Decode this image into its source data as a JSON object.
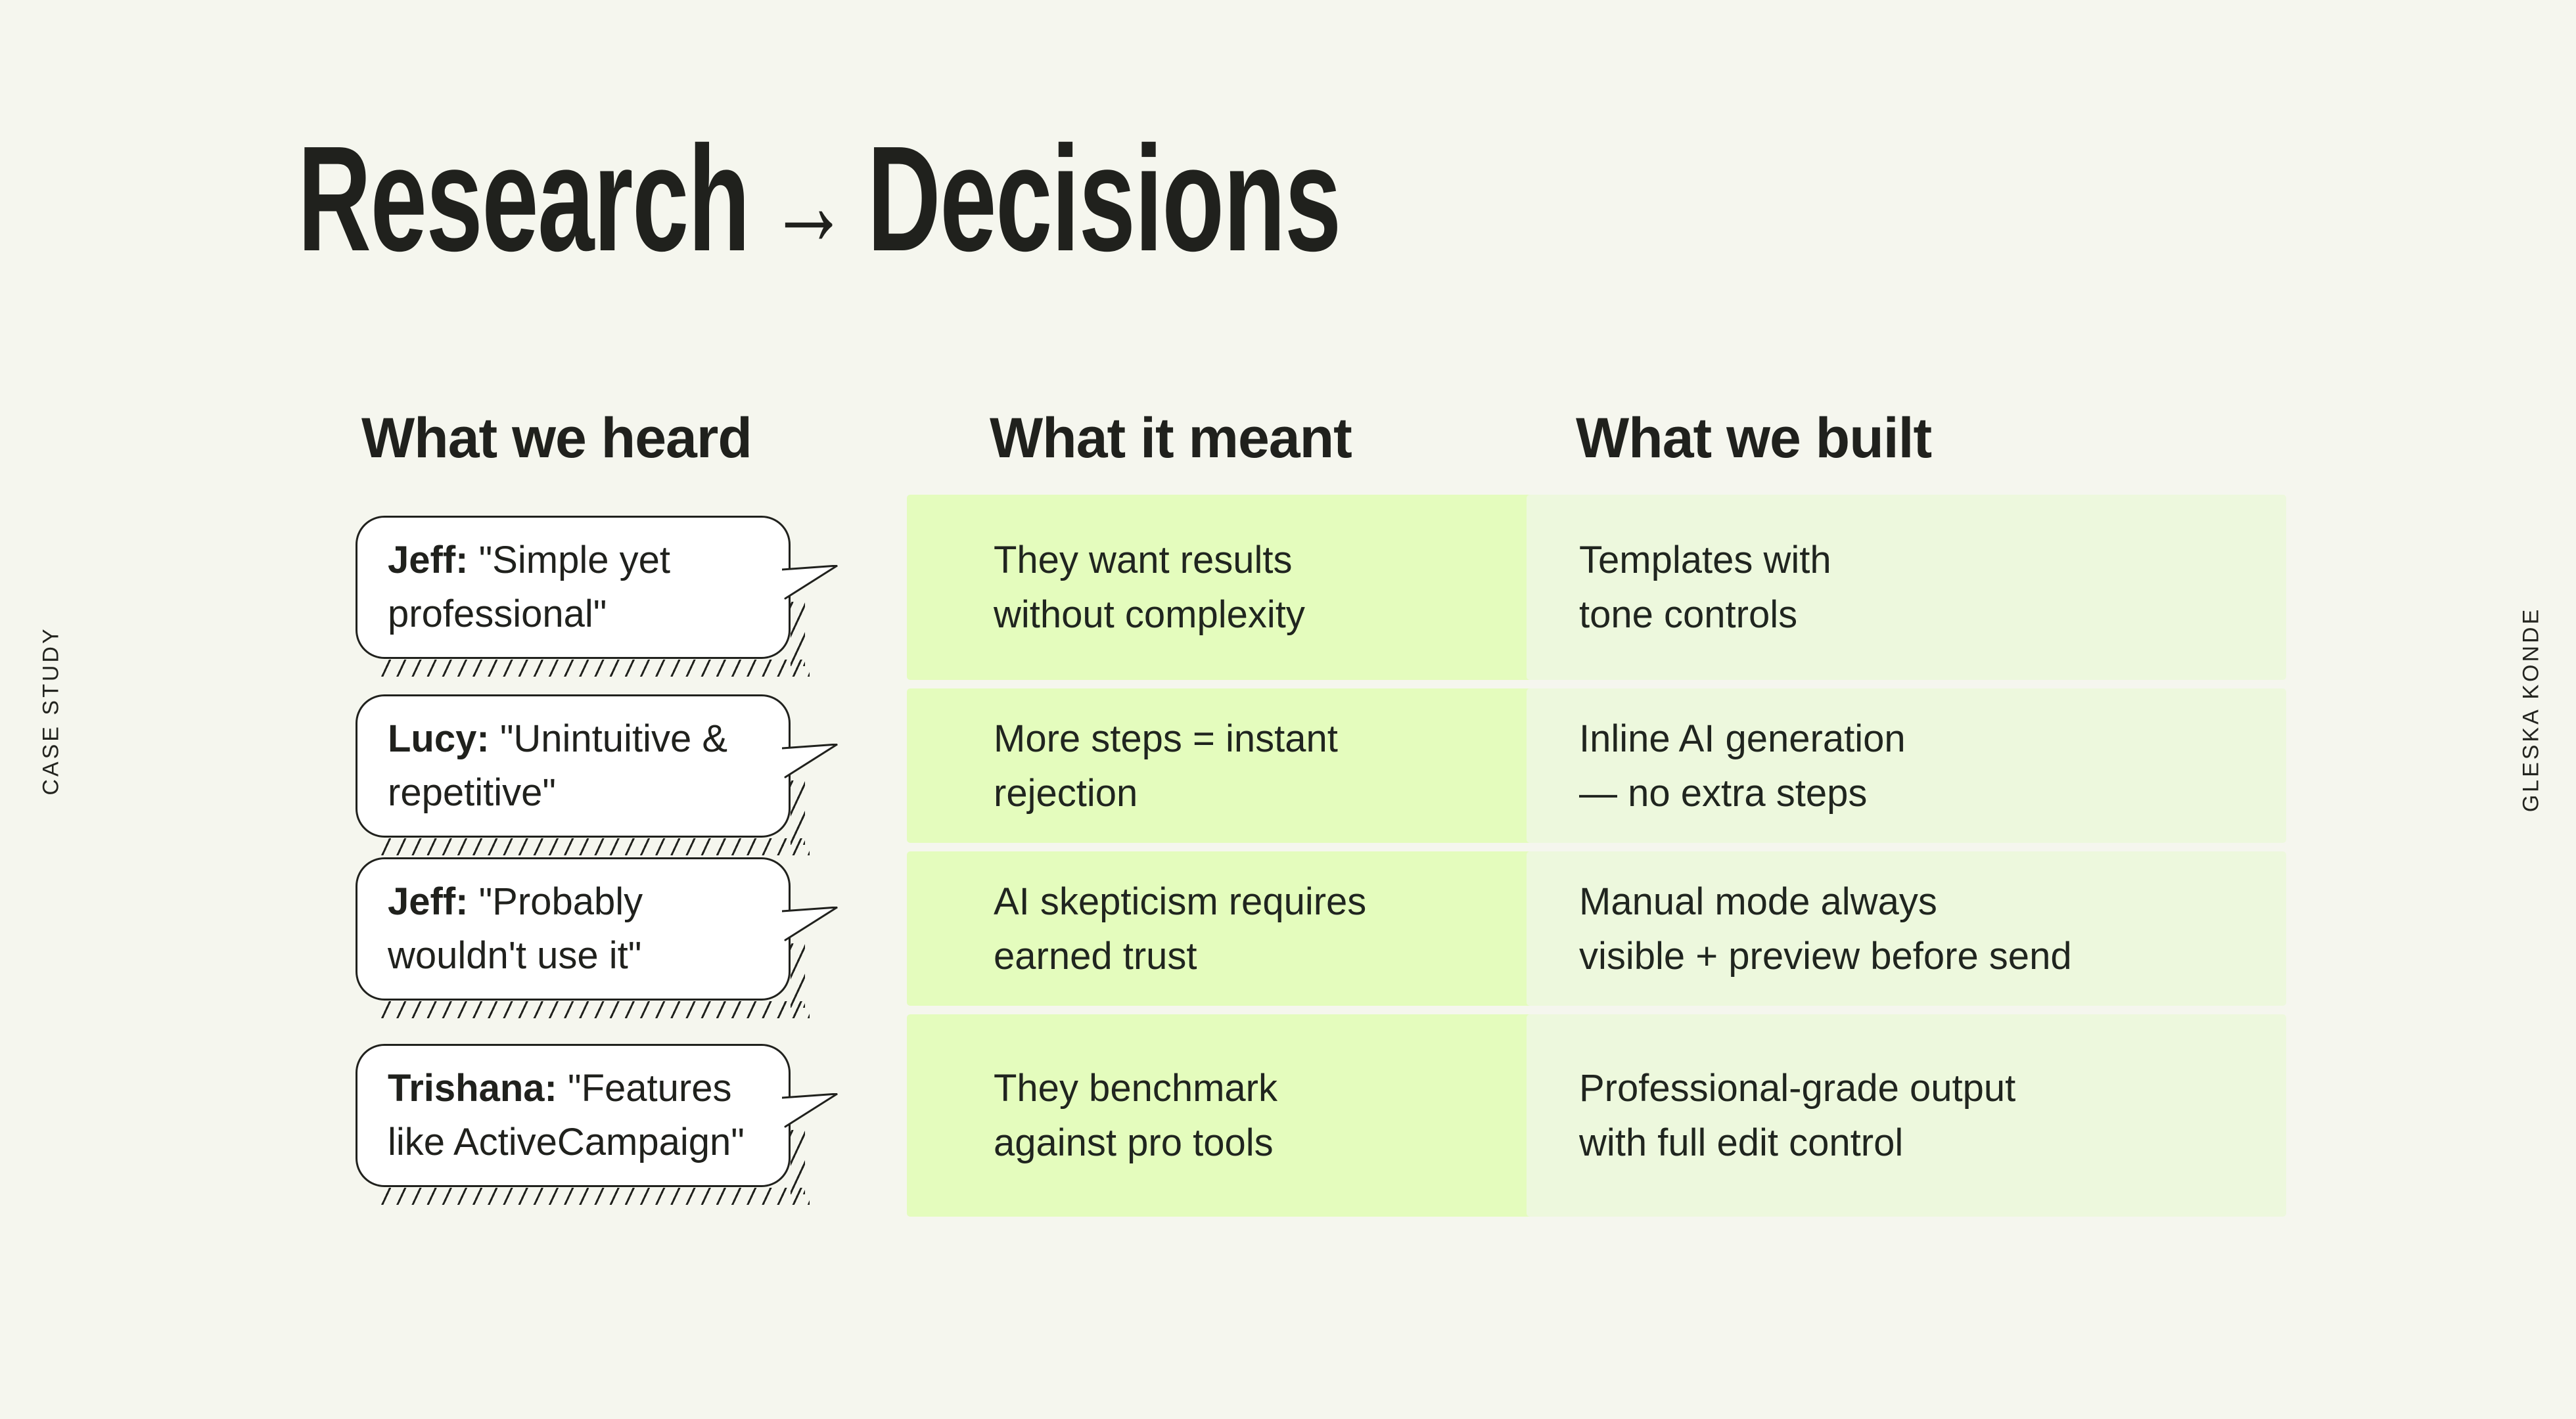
{
  "page": {
    "background": "#f5f6ee",
    "ink": "#20211d",
    "green_strong": "#e4fcbd",
    "green_soft": "#edf8dd",
    "bubble_fill": "#ffffff"
  },
  "side_labels": {
    "left": "CASE STUDY",
    "right": "GLESKA KONDE"
  },
  "title": {
    "left": "Research",
    "arrow": "→",
    "right": "Decisions"
  },
  "columns": {
    "heard": {
      "header": "What we heard"
    },
    "meant": {
      "header": "What it meant"
    },
    "built": {
      "header": "What we built"
    }
  },
  "rows": [
    {
      "bubble": {
        "name": "Jeff:",
        "quote": [
          "\"Simple yet",
          "professional\""
        ]
      },
      "meant": [
        "They want results",
        "without complexity"
      ],
      "built": [
        "Templates with",
        "tone controls"
      ]
    },
    {
      "bubble": {
        "name": "Lucy:",
        "quote": [
          "\"Unintuitive &",
          "repetitive\""
        ]
      },
      "meant": [
        "More steps = instant",
        "rejection"
      ],
      "built": [
        "Inline AI generation",
        "— no extra steps"
      ]
    },
    {
      "bubble": {
        "name": "Jeff:",
        "quote": [
          "\"Probably",
          "wouldn't use it\""
        ]
      },
      "meant": [
        "AI skepticism requires",
        "earned trust"
      ],
      "built": [
        "Manual mode always",
        "visible + preview before send"
      ]
    },
    {
      "bubble": {
        "name": "Trishana:",
        "quote": [
          "\"Features",
          "like ActiveCampaign\""
        ]
      },
      "meant": [
        "They benchmark",
        "against pro tools"
      ],
      "built": [
        "Professional-grade output",
        "with full edit control"
      ]
    }
  ]
}
